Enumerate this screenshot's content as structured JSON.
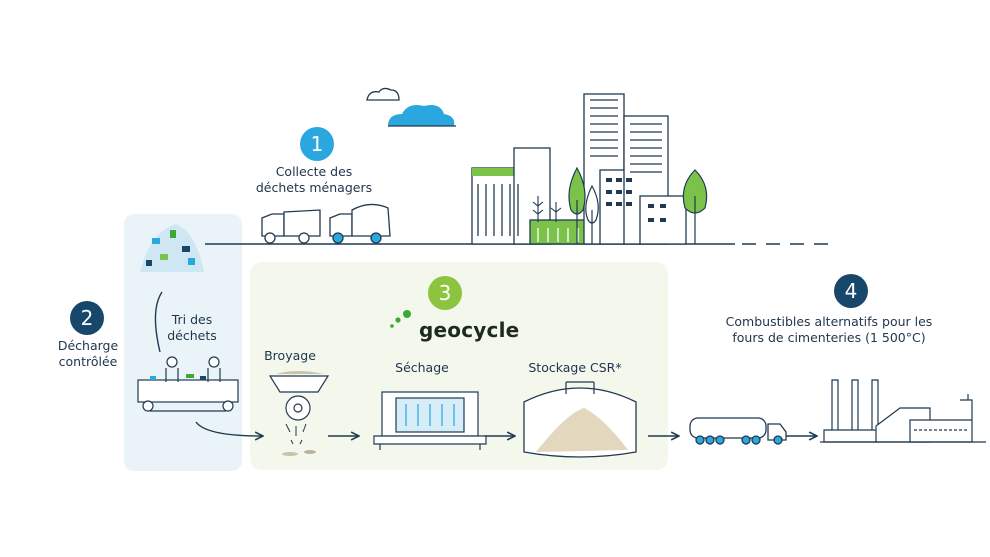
{
  "steps": [
    {
      "number": "1",
      "label_line1": "Collecte des",
      "label_line2": "déchets ménagers",
      "color": "#29a7de"
    },
    {
      "number": "2",
      "label_line1": "Décharge",
      "label_line2": "contrôlée",
      "color": "#17476b"
    },
    {
      "number": "3",
      "label_line1": "",
      "label_line2": "",
      "color": "#8cc43f"
    },
    {
      "number": "4",
      "label_line1": "Combustibles alternatifs pour les",
      "label_line2": "fours de cimenteries (1 500°C)",
      "color": "#17476b"
    }
  ],
  "sorting": {
    "line1": "Tri des",
    "line2": "déchets"
  },
  "stages": {
    "grinding": "Broyage",
    "drying": "Séchage",
    "storage": "Stockage CSR*"
  },
  "brand": {
    "name": "geocycle",
    "accent": "#3aa935"
  },
  "colors": {
    "line": "#1f3a52",
    "sky": "#29a7de",
    "green": "#7bc24a",
    "panel_sort": "#eaf4f8",
    "panel_geo": "#f3f7ec"
  }
}
